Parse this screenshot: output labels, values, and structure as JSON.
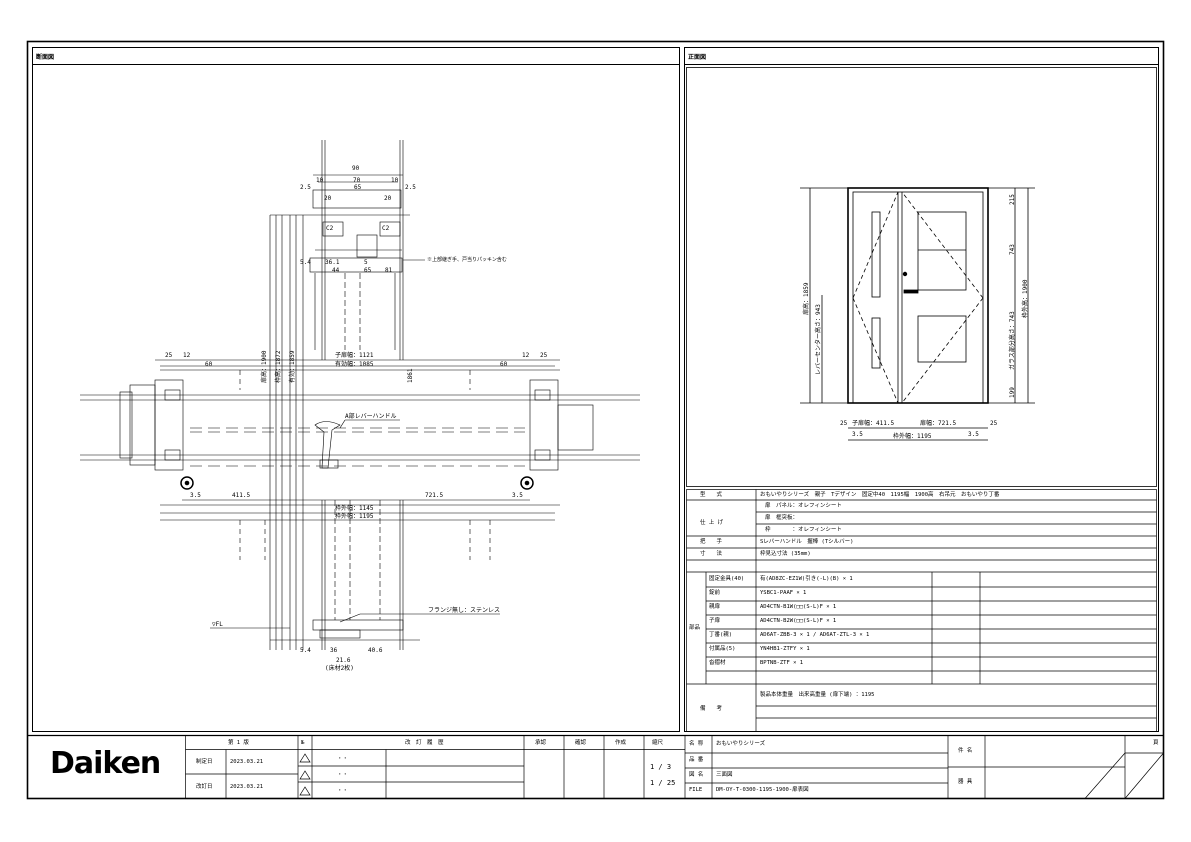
{
  "panels": {
    "left_title": "断面図",
    "right_title": "正面図"
  },
  "section": {
    "top_dims": [
      "90",
      "70",
      "65",
      "10",
      "10",
      "2.5",
      "2.5",
      "20",
      "20"
    ],
    "labels": {
      "c2a": "C2",
      "c2b": "C2",
      "d36": "36.1",
      "d5a": "5.4",
      "d5b": "5",
      "d44": "44",
      "d65": "65",
      "d81": "81",
      "d25a": "25",
      "d12a": "12",
      "d60a": "60",
      "d60b": "60",
      "d12b": "12",
      "d25b": "25",
      "door_w1": "子扉幅：1121",
      "door_w2": "有効幅：1085",
      "a1": "411.5",
      "a2": "721.5",
      "b1": "3.5",
      "b2": "3.5",
      "fw1": "枠外幅：1145",
      "fw2": "枠外幅：1195",
      "h1": "扉高：1900",
      "h2": "枠高：1872",
      "h3": "有効：1859",
      "h4": "1861",
      "note_gasket": "※上部継ぎ手、戸当りパッキン含む",
      "note_handle": "A部レバーハンドル",
      "note_flange": "フランジ無し：ステンレス",
      "fl": "▽FL",
      "b_dims": [
        "5.4",
        "36",
        "40.6"
      ],
      "b_label": "21.6",
      "b_note": "(床材2枚) "
    }
  },
  "elevation": {
    "w_left": "子扉幅：411.5",
    "w_right": "扉幅：721.5",
    "w_frame": "枠外幅：1195",
    "e25a": "25",
    "e25b": "25",
    "e35a": "3.5",
    "e35b": "3.5",
    "h215": "215",
    "h743a": "743",
    "h743b": "743",
    "h199": "199",
    "h_frame": "枠外高：1900",
    "h_door": "扉高：1859",
    "h_handle": "レバーセンター高さ：943",
    "h_glass": "ガラス部分高さ：743"
  },
  "spec": {
    "type_label": "型　　式",
    "type_value": "おもいやりシリーズ　親子　Tデザイン　固定中40　1195幅　1900高　右吊元　おもいやり丁番",
    "finish_label": "仕 上 げ",
    "finish_rows": [
      "扉　パネル：オレフィンシート",
      "扉　框突板：",
      "枠　　　　：オレフィンシート"
    ],
    "handle_label": "把　　手",
    "handle_value": "Sレバーハンドル　握棒 (Tシルバー)",
    "frame_label": "寸　　法",
    "frame_value": "枠見込寸法 (35mm)",
    "parts_label": "部品",
    "parts": [
      {
        "name": "固定金具(40)",
        "value": "有(AD8ZC-EZ1W)引き(-L)(B) × 1"
      },
      {
        "name": "錠前",
        "value": "YSBC1-PAAF × 1"
      },
      {
        "name": "親扉",
        "value": "AD4CTN-B1W(□□(S-L)F × 1"
      },
      {
        "name": "子扉",
        "value": "AD4CTN-B2W(□□(S-L)F × 1"
      },
      {
        "name": "丁番(親)",
        "value": "AD6AT-ZBB-3 × 1 / AD6AT-ZTL-3 × 1"
      },
      {
        "name": "付属品(5)",
        "value": "YN4HB1-ZTFY × 1"
      },
      {
        "name": "沓摺材",
        "value": "BPTNB-ZTF × 1"
      }
    ],
    "note_label": "備　　考",
    "note_value": "製品本体重量　出来高重量 (扉下端) ：1195"
  },
  "titleblock": {
    "logo": "Daiken",
    "rev_title": "第 1 版",
    "no": "№",
    "rev_record": "改　訂　履　歴",
    "appr": "承認",
    "check": "確認",
    "draw": "作成",
    "scale": "縮尺",
    "created": "制定日",
    "created_date": "2023.03.21",
    "revised": "改訂日",
    "revised_date": "2023.03.21",
    "dots": [
      "・・",
      "・・",
      "・・"
    ],
    "scale_vals": [
      "1 / 3",
      "1 / 25"
    ],
    "name_label": "名 称",
    "name_value": "おもいやりシリーズ",
    "code_label": "品 番",
    "code_value": "",
    "drawing_label": "図 名",
    "drawing_value": "三面図",
    "file_label": "FILE",
    "file_value": "DM-OY-T-0300-1195-1900-扉表図",
    "project_label": "件 名",
    "product_label": "器 具",
    "page_label": "頁"
  }
}
